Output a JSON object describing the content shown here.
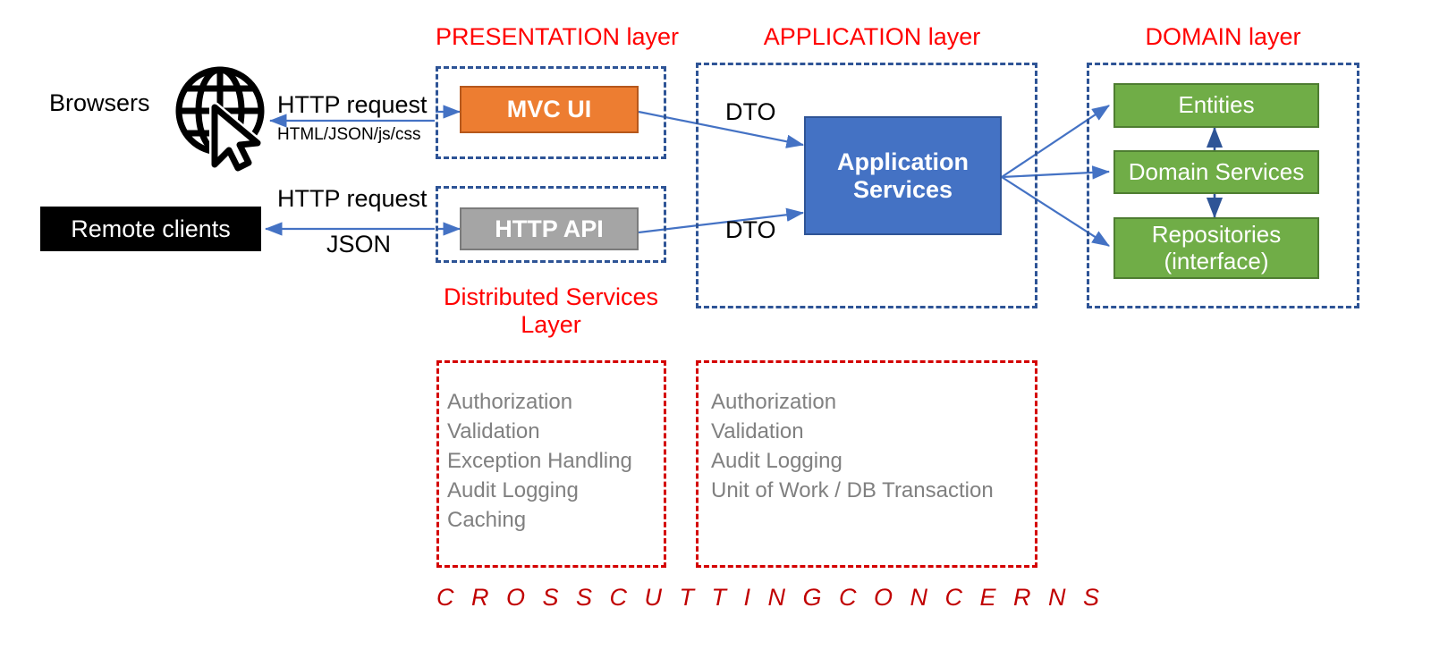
{
  "diagram": {
    "title": "Layered architecture diagram",
    "colors": {
      "layer_title": "#FF0000",
      "dashed_blue": "#2E5496",
      "dashed_red": "#D40000",
      "mvc_ui": "#ED7D31",
      "http_api": "#A5A5A5",
      "application_services": "#4472C4",
      "domain_boxes": "#70AD47",
      "remote_clients": "#000000",
      "arrow": "#4472C4",
      "concern_text": "#808080",
      "cross_caption": "#C00000"
    }
  },
  "layer_titles": {
    "presentation": "PRESENTATION layer",
    "application": "APPLICATION layer",
    "domain": "DOMAIN layer",
    "distributed_services_line1": "Distributed Services",
    "distributed_services_line2": "Layer"
  },
  "clients": {
    "browsers_label": "Browsers",
    "globe_icon": "globe-cursor-icon",
    "remote_clients_label": "Remote clients"
  },
  "connections": {
    "browser_request": "HTTP request",
    "browser_response": "HTML/JSON/js/css",
    "remote_request": "HTTP request",
    "remote_response": "JSON",
    "dto_top": "DTO",
    "dto_bottom": "DTO"
  },
  "presentation": {
    "mvc_ui": "MVC UI",
    "http_api": "HTTP API"
  },
  "application": {
    "services_line1": "Application",
    "services_line2": "Services"
  },
  "domain": {
    "boxes": [
      {
        "label": "Entities"
      },
      {
        "label": "Domain Services"
      },
      {
        "label": "Repositories\n(interface)"
      }
    ],
    "entities": "Entities",
    "domain_services": "Domain Services",
    "repositories_line1": "Repositories",
    "repositories_line2": "(interface)"
  },
  "cross_cutting": {
    "caption": "C R O S S    C U T T I N G    C O N C E R N S",
    "distributed_concerns": [
      "Authorization",
      "Validation",
      "Exception Handling",
      "Audit Logging",
      "Caching"
    ],
    "application_concerns": [
      "Authorization",
      "Validation",
      "Audit Logging",
      "Unit of Work / DB Transaction"
    ]
  }
}
